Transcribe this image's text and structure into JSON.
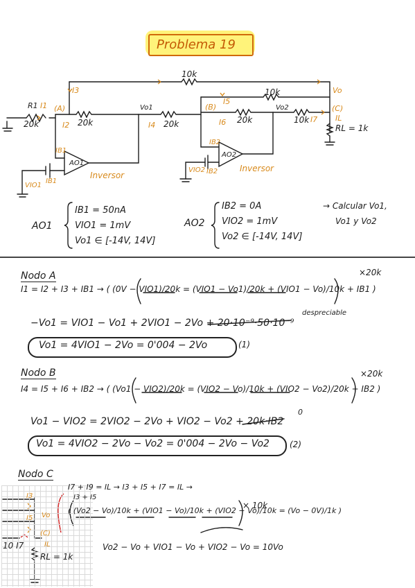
{
  "title": "Problema 19",
  "circuit": {
    "r_top": "10k",
    "r_a_in": "20k",
    "r_a_fb": "20k",
    "r_b_in": "20k",
    "r_b_fb": "10k",
    "r_b_mid": "20k",
    "r_c": "10k",
    "r_load": "RL = 1k",
    "node_a": "(A)",
    "node_b": "(B)",
    "node_c": "(C)",
    "i1": "I1",
    "i2": "I2",
    "i3": "I3",
    "i4": "I4",
    "i5": "I5",
    "i6": "I6",
    "i7": "I7",
    "il": "IL",
    "ib1": "IB1",
    "ib2": "IB2",
    "vo1": "Vo1",
    "vo2": "Vo2",
    "vo": "Vo",
    "ao1": "AO1",
    "ao2": "AO2",
    "vio1": "VIO1",
    "vio2": "VIO2",
    "inv1": "Inversor",
    "inv2": "Inversor",
    "r1": "R1"
  },
  "specs": {
    "ao1": "AO1",
    "ao1_lines": [
      "IB1 = 50nA",
      "VIO1 = 1mV",
      "Vo1 ∈ [-14V, 14V]"
    ],
    "ao2": "AO2",
    "ao2_lines": [
      "IB2 = 0A",
      "VIO2 = 1mV",
      "Vo2 ∈ [-14V, 14V]"
    ],
    "task_line1": "→ Calcular Vo1,",
    "task_line2": "Vo1 y Vo2"
  },
  "nodo_a": {
    "heading": "Nodo A",
    "eq1": "I1 = I2 + I3 + IB1 → ( (0V − VIO1)/20k = (VIO1 − Vo1)/20k + (VIO1 − Vo)/10k + IB1 )",
    "mult": "×20k",
    "eq2": "−Vo1 = VIO1 − Vo1 + 2VIO1 − 2Vo + 20·10⁻⁹·50·10⁻⁹",
    "note": "despreciable",
    "result": "Vo1 = 4VIO1 − 2Vo = 0'004 − 2Vo",
    "tag": "(1)"
  },
  "nodo_b": {
    "heading": "Nodo B",
    "eq1": "I4 = I5 + I6 + IB2 → ( (Vo1 − VIO2)/20k = (VIO2 − Vo)/10k + (VIO2 − Vo2)/20k + IB2 )",
    "mult": "×20k",
    "eq2": "Vo1 − VIO2 = 2VIO2 − 2Vo + VIO2 − Vo2 + 20k·IB2",
    "zero": "0",
    "result": "Vo1 = 4VIO2 − 2Vo − Vo2 = 0'004 − 2Vo − Vo2",
    "tag": "(2)"
  },
  "nodo_c": {
    "heading": "Nodo C",
    "eq1": "I7 + I9 = IL → I3 + I5 + I7 = IL →",
    "sub": "I3 + I5",
    "eq2": "( (Vo2 − Vo)/10k + (VIO1 − Vo)/10k + (VIO2 − Vo)/10k = (Vo − 0V)/1k )",
    "mult": "× 10k",
    "eq3": "Vo2 − Vo + VIO1 − Vo + VIO2 − Vo = 10Vo",
    "sketch_r": "10 I7",
    "sketch_rl": "RL = 1k",
    "sketch_vo": "Vo",
    "sketch_c": "(C)",
    "sketch_i3": "I3",
    "sketch_i5": "I5",
    "sketch_il": "IL"
  },
  "colors": {
    "ink": "#1c1c1c",
    "annotation": "#d88a1c",
    "highlight": "#fff37a",
    "title": "#c45a05"
  }
}
